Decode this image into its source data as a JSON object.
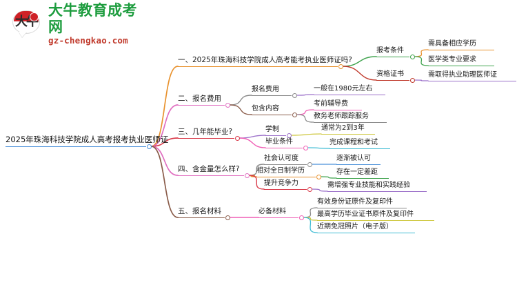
{
  "logo": {
    "glyph": "大牛",
    "title": "大牛教育成考网",
    "subtitle": "gz-chengkao.com",
    "title_color": "#1d9c3e",
    "subtitle_color": "#c0392b",
    "mark_color": "#cf2127"
  },
  "mindmap": {
    "root": {
      "label": "2025年珠海科技学院成人高考报考执业医师证",
      "color": "#4a90d9"
    },
    "branches": [
      {
        "label": "一、2025年珠海科技学院成人高考能考执业医师证吗?",
        "color": "#e8922e",
        "children": [
          {
            "label": "报考条件",
            "color": "#3fa34d",
            "children": [
              {
                "label": "需具备相应学历",
                "color": "#e8922e"
              },
              {
                "label": "医学类专业要求",
                "color": "#3fa34d"
              }
            ]
          },
          {
            "label": "资格证书",
            "color": "#c0392b",
            "children": [
              {
                "label": "需取得执业助理医师证",
                "color": "#9b6fc9"
              }
            ]
          }
        ]
      },
      {
        "label": "二、报名费用",
        "color": "#e06ec0",
        "children": [
          {
            "label": "报名费用",
            "color": "#8a8a8a",
            "children": [
              {
                "label": "一般在1980元左右",
                "color": "#9b6fc9"
              }
            ]
          },
          {
            "label": "包含内容",
            "color": "#8a5c4a",
            "children": [
              {
                "label": "考前辅导费",
                "color": "#ef5fb5"
              },
              {
                "label": "教务老师跟踪服务",
                "color": "#8a8a8a"
              }
            ]
          }
        ]
      },
      {
        "label": "三、几年能毕业?",
        "color": "#d93b4a",
        "children": [
          {
            "label": "学制",
            "color": "#9b6fc9",
            "children": [
              {
                "label": "通常为2到3年",
                "color": "#cfc841"
              }
            ]
          },
          {
            "label": "毕业条件",
            "color": "#ef5fb5",
            "children": [
              {
                "label": "完成课程和考试",
                "color": "#3fbcd4"
              }
            ]
          }
        ]
      },
      {
        "label": "四、含金量怎么样?",
        "color": "#e06ec0",
        "children": [
          {
            "label": "社会认可度",
            "color": "#8a8a8a",
            "children": [
              {
                "label": "逐渐被认可",
                "color": "#4a90d9"
              }
            ]
          },
          {
            "label": "相对全日制学历",
            "color": "#e8922e",
            "children": [
              {
                "label": "存在一定差距",
                "color": "#3fa34d"
              }
            ]
          },
          {
            "label": "提升竞争力",
            "color": "#d93b4a",
            "children": [
              {
                "label": "需增强专业技能和实践经验",
                "color": "#9b6fc9"
              }
            ]
          }
        ]
      },
      {
        "label": "五、报名材料",
        "color": "#8a5c4a",
        "children": [
          {
            "label": "必备材料",
            "color": "#ef5fb5",
            "children": [
              {
                "label": "有效身份证原件及复印件",
                "color": "#8a8a8a"
              },
              {
                "label": "最高学历毕业证书原件及复印件",
                "color": "#cfc841"
              },
              {
                "label": "近期免冠照片（电子版）",
                "color": "#3fbcd4"
              }
            ]
          }
        ]
      }
    ]
  }
}
